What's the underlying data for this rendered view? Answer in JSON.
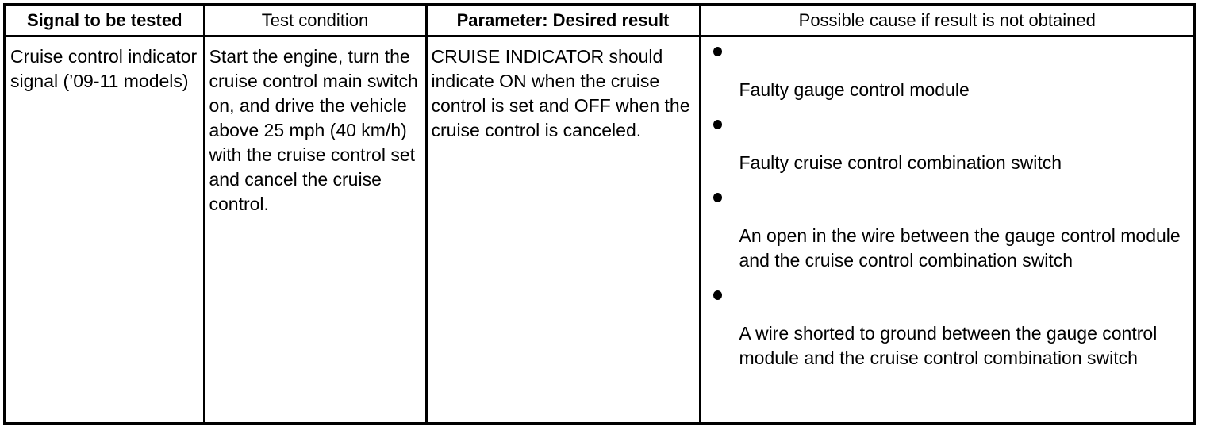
{
  "table": {
    "headers": [
      {
        "label": "Signal to be tested",
        "bold": true
      },
      {
        "label": "Test condition",
        "bold": false
      },
      {
        "label": "Parameter: Desired result",
        "bold": true
      },
      {
        "label": "Possible cause if result is not obtained",
        "bold": false
      }
    ],
    "row": {
      "signal": "Cruise control indicator signal (’09-11 models)",
      "test_condition": "Start the engine, turn the cruise control main switch on, and drive the vehicle above 25 mph (40 km/h) with the cruise control set and cancel the cruise control.",
      "desired_result": "CRUISE INDICATOR should indicate ON when the cruise control is set and OFF when the cruise control is canceled.",
      "possible_causes": [
        "Faulty gauge control module",
        "Faulty cruise control combination switch",
        "An open in the wire between the gauge control module and the cruise control combination switch",
        "A wire shorted to ground between the gauge control module and the cruise control combination switch"
      ]
    }
  },
  "style": {
    "border_color": "#000000",
    "text_color": "#000000",
    "background": "#ffffff"
  }
}
